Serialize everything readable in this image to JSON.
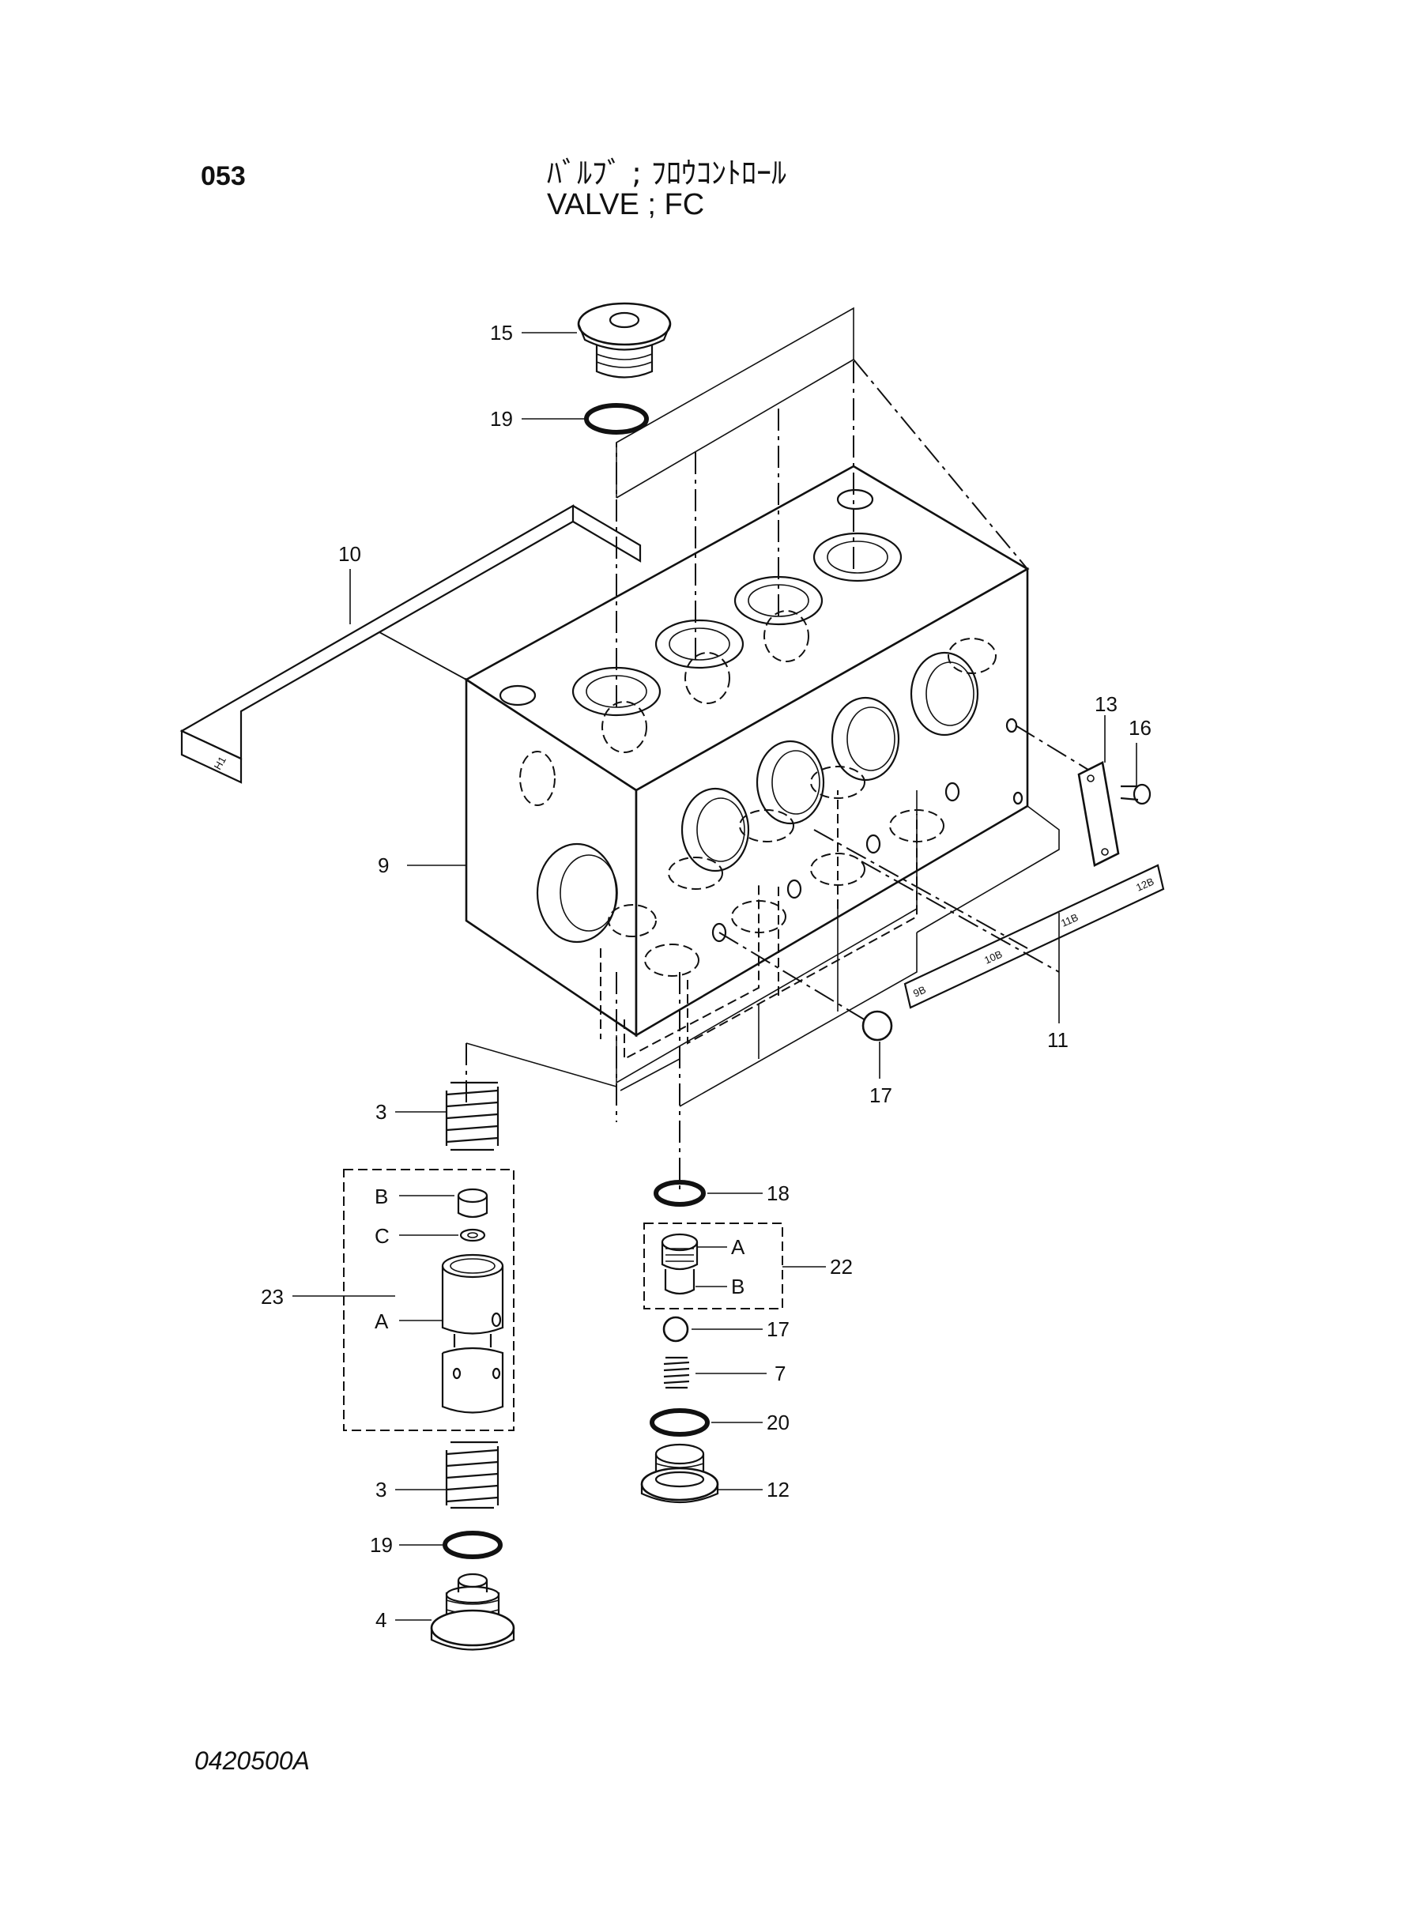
{
  "header": {
    "page_number": "053",
    "title_jp": "ﾊﾞﾙﾌﾞ ; ﾌﾛｳｺﾝﾄﾛｰﾙ",
    "title_en": "VALVE ; FC"
  },
  "footer": {
    "drawing_number": "0420500A"
  },
  "callouts": {
    "c15": "15",
    "c19_top": "19",
    "c10": "10",
    "c9": "9",
    "c13": "13",
    "c16": "16",
    "c11": "11",
    "c17_body": "17",
    "c3_top": "3",
    "c23": "23",
    "c3_bottom": "3",
    "c19_bottom": "19",
    "c4": "4",
    "c18": "18",
    "c22": "22",
    "c17": "17",
    "c7": "7",
    "c20": "20",
    "c12": "12"
  },
  "assembly_23": {
    "label_b": "B",
    "label_c": "C",
    "label_a": "A"
  },
  "assembly_22": {
    "label_a": "A",
    "label_b": "B"
  },
  "plate_10": {
    "tag": "H1"
  },
  "plate_11": {
    "tags": [
      "9B",
      "10B",
      "11B",
      "12B"
    ]
  }
}
